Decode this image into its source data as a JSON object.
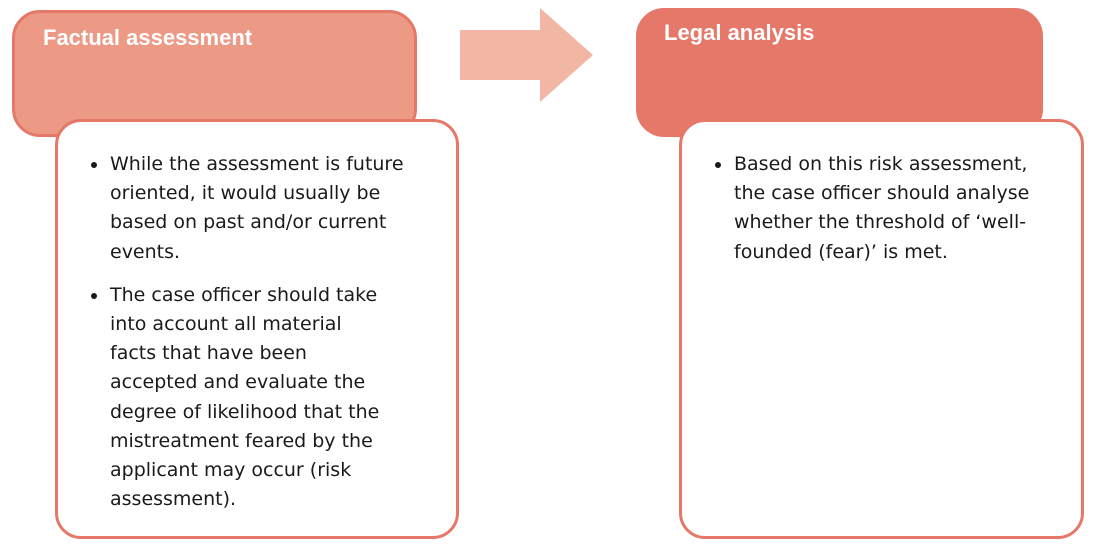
{
  "colors": {
    "header_left": "#EC9A86",
    "header_right": "#E57868",
    "border": "#E57868",
    "arrow": "#F2B6A4"
  },
  "left": {
    "title": "Factual assessment",
    "bullets": [
      [
        "While the assessment is future",
        "oriented, it would usually be",
        "based on past and/or current",
        "events."
      ],
      [
        "The case officer should take",
        "into account all material",
        "facts that have been",
        "accepted and evaluate the",
        "degree of likelihood that the",
        "mistreatment feared by the",
        "applicant may occur (risk",
        "assessment)."
      ]
    ]
  },
  "right": {
    "title": "Legal analysis",
    "bullets": [
      [
        "Based on this risk assessment,",
        "the case officer should analyse",
        "whether the threshold of ‘well-",
        "founded (fear)’ is met."
      ]
    ]
  }
}
